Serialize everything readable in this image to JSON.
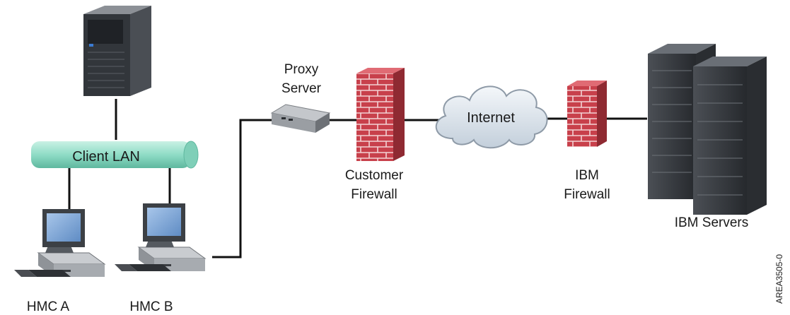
{
  "labels": {
    "proxy_line1": "Proxy",
    "proxy_line2": "Server",
    "client_lan": "Client LAN",
    "internet": "Internet",
    "customer_fw_line1": "Customer",
    "customer_fw_line2": "Firewall",
    "ibm_fw_line1": "IBM",
    "ibm_fw_line2": "Firewall",
    "ibm_servers": "IBM Servers",
    "hmc_a": "HMC A",
    "hmc_b": "HMC B",
    "figure_id": "AREA3505-0"
  },
  "colors": {
    "line": "#111111",
    "lan_pipe": "#8fdcc6",
    "brick": "#c8404b",
    "cloud": "#d9e2ec",
    "screen": "#7fa8d8",
    "server_dark": "#2f3237"
  },
  "icons": [
    "mainframe-icon",
    "hmc-workstation-icon",
    "proxy-server-icon",
    "brick-firewall-icon",
    "internet-cloud-icon",
    "server-rack-icon"
  ]
}
